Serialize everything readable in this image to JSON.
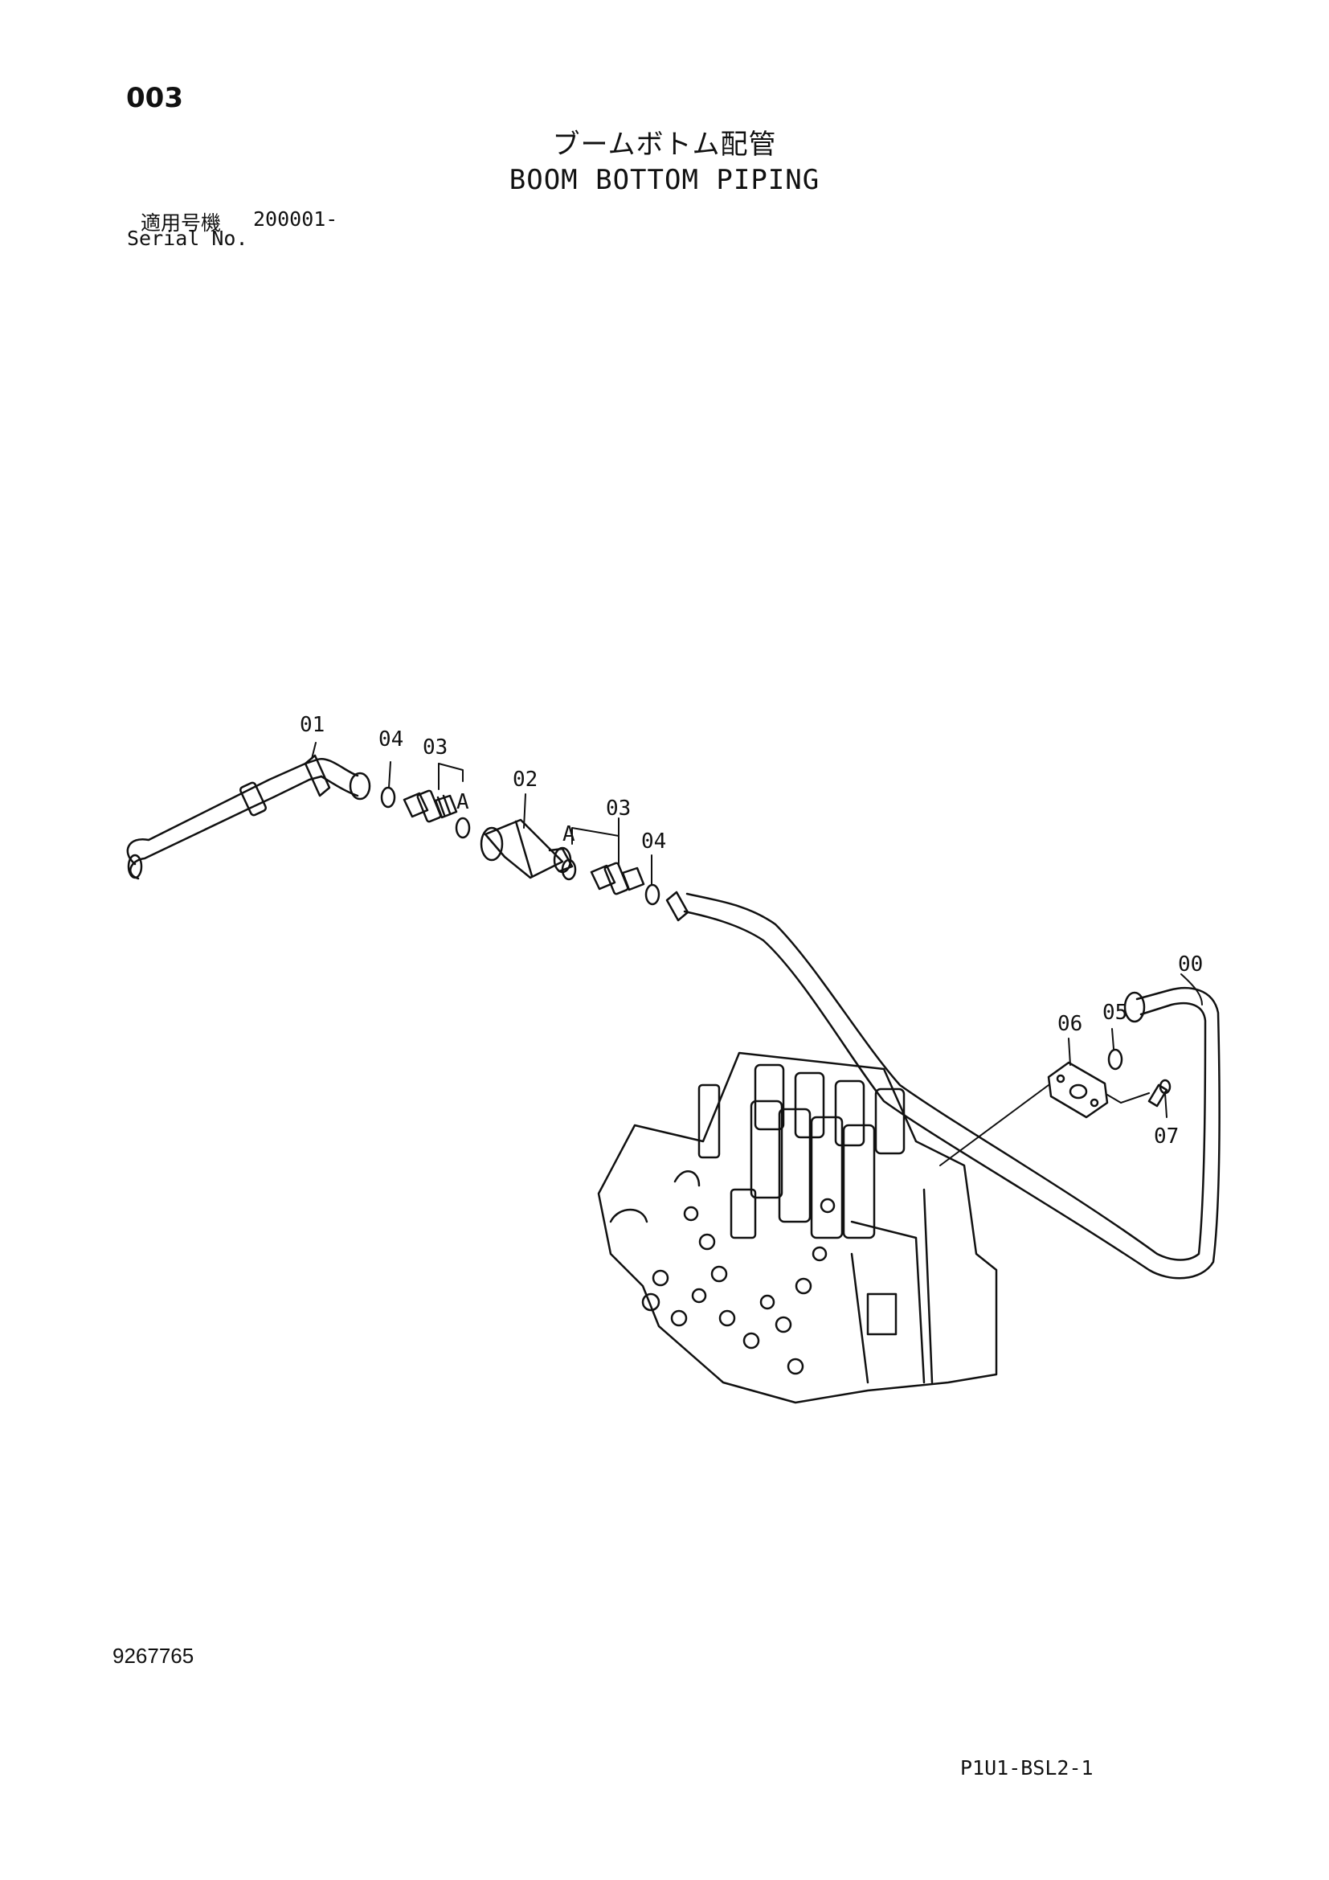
{
  "header": {
    "page_number": "003",
    "title_jp": "ブームボトム配管",
    "title_en": "BOOM BOTTOM PIPING",
    "serial_label_jp": "適用号機",
    "serial_range": "200001-",
    "serial_label_en": "Serial No."
  },
  "callouts": {
    "c01": "01",
    "c04a": "04",
    "c03a": "03",
    "cA1": "A",
    "c02": "02",
    "c03b": "03",
    "cA2": "A",
    "c04b": "04",
    "c00": "00",
    "c06": "06",
    "c05": "05",
    "c07": "07"
  },
  "footer": {
    "drawing_number": "9267765",
    "figure_code": "P1U1-BSL2-1"
  }
}
